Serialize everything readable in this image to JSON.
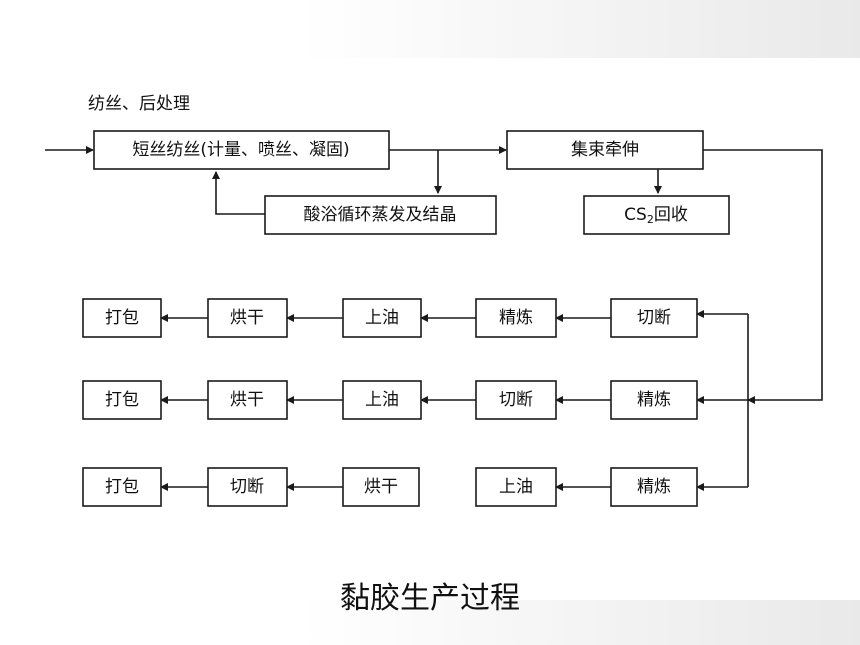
{
  "section_label": "纺丝、后处理",
  "caption": "黏胶生产过程",
  "nodes": {
    "spinning": "短丝纺丝(计量、喷丝、凝固)",
    "bundle": "集束牵伸",
    "acid_bath": "酸浴循环蒸发及结晶",
    "cs2_prefix": "CS",
    "cs2_sub": "2",
    "cs2_suffix": "回收",
    "r1": [
      "切断",
      "精炼",
      "上油",
      "烘干",
      "打包"
    ],
    "r2": [
      "精炼",
      "切断",
      "上油",
      "烘干",
      "打包"
    ],
    "r3": [
      "精炼",
      "上油",
      "烘干",
      "切断",
      "打包"
    ]
  }
}
